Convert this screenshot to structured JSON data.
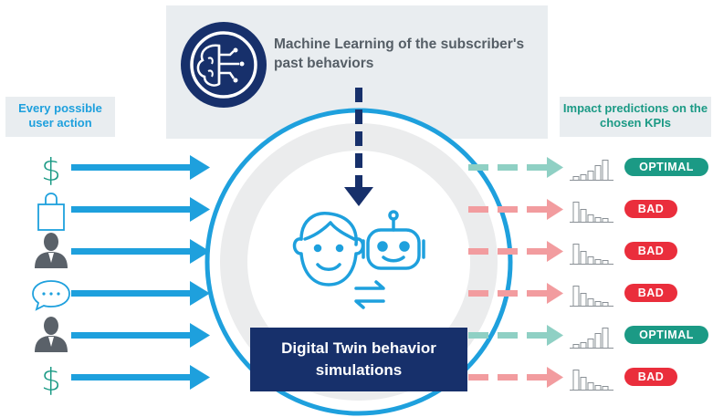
{
  "ml_box": {
    "title": "Machine Learning of the subscriber's past behaviors",
    "icon": "brain-circuit-icon"
  },
  "left_header": "Every possible user action",
  "right_header": "Impact predictions on the chosen KPIs",
  "center_box": "Digital Twin behavior simulations",
  "user_actions": [
    {
      "icon": "dollar-icon"
    },
    {
      "icon": "shopping-bag-icon"
    },
    {
      "icon": "person-icon"
    },
    {
      "icon": "chat-bubble-icon"
    },
    {
      "icon": "person-icon"
    },
    {
      "icon": "dollar-icon"
    }
  ],
  "predictions": [
    {
      "label": "OPTIMAL",
      "status": "optimal"
    },
    {
      "label": "BAD",
      "status": "bad"
    },
    {
      "label": "BAD",
      "status": "bad"
    },
    {
      "label": "BAD",
      "status": "bad"
    },
    {
      "label": "OPTIMAL",
      "status": "optimal"
    },
    {
      "label": "BAD",
      "status": "bad"
    }
  ],
  "colors": {
    "blue_arrow": "#1ea0dd",
    "teal": "#1b9a85",
    "red": "#ea2e3c",
    "pink_arrow": "#f29c9f",
    "teal_arrow": "#8fd0c4",
    "navy": "#17306b",
    "gray_box": "#e9edf0"
  }
}
